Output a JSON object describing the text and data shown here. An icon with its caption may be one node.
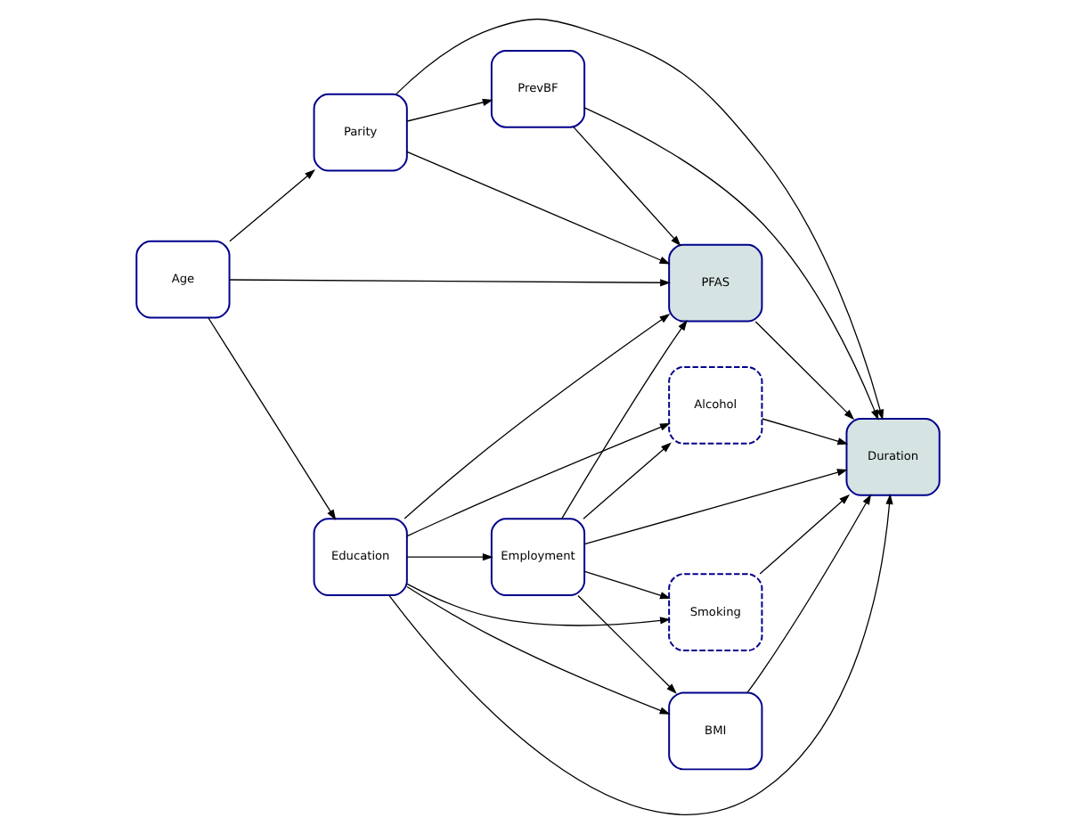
{
  "diagram": {
    "nodes": [
      {
        "text": [
          "Parity"
        ]
      },
      {
        "text": [
          "PrevBF"
        ]
      },
      {
        "text": [
          "Age"
        ]
      },
      {
        "text": [
          "PFAS"
        ]
      },
      {
        "text": [
          "Duration"
        ]
      },
      {
        "text": [
          "Education"
        ]
      },
      {
        "text": [
          "Smoking"
        ]
      },
      {
        "text": [
          "BMI"
        ]
      },
      {
        "text": [
          "Employment"
        ]
      },
      {
        "text": [
          "Alcohol"
        ]
      }
    ],
    "edges": [
      {
        "from": 0,
        "to": 1,
        "arrow": "to"
      },
      {
        "from": 0,
        "to": 3,
        "arrow": "to"
      },
      {
        "from": 0,
        "to": 4,
        "arrow": "to"
      },
      {
        "from": 1,
        "to": 3,
        "arrow": "to"
      },
      {
        "from": 1,
        "to": 4,
        "arrow": "to"
      },
      {
        "from": 2,
        "to": 0,
        "arrow": "to"
      },
      {
        "from": 2,
        "to": 3,
        "arrow": "to"
      },
      {
        "from": 2,
        "to": 5,
        "arrow": "to"
      },
      {
        "from": 3,
        "to": 4,
        "arrow": "to"
      },
      {
        "from": 5,
        "to": 3,
        "arrow": "to"
      },
      {
        "from": 5,
        "to": 4,
        "arrow": "to"
      },
      {
        "from": 5,
        "to": 6,
        "arrow": "to"
      },
      {
        "from": 5,
        "to": 7,
        "arrow": "to"
      },
      {
        "from": 5,
        "to": 9,
        "arrow": "to"
      },
      {
        "from": 5,
        "to": 8,
        "arrow": "to"
      },
      {
        "from": 8,
        "to": 3,
        "arrow": "to"
      },
      {
        "from": 8,
        "to": 4,
        "arrow": "to"
      },
      {
        "from": 8,
        "to": 6,
        "arrow": "to"
      },
      {
        "from": 8,
        "to": 7,
        "arrow": "to"
      },
      {
        "from": 8,
        "to": 9,
        "arrow": "to"
      },
      {
        "from": 6,
        "to": 4,
        "arrow": "to"
      },
      {
        "from": 7,
        "to": 4,
        "arrow": "to"
      },
      {
        "from": 9,
        "to": 4,
        "arrow": "to"
      }
    ]
  }
}
